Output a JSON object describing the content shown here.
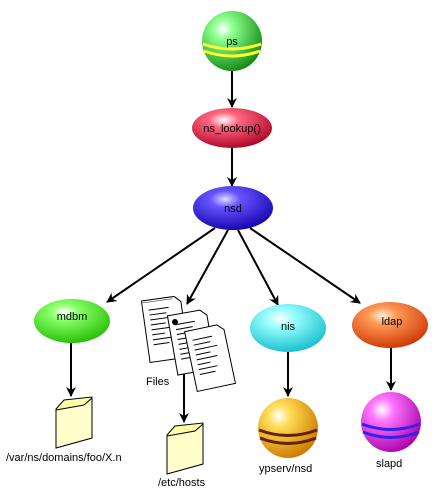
{
  "nodes": {
    "ps": "ps",
    "ns_lookup": "ns_lookup()",
    "nsd": "nsd",
    "mdbm": "mdbm",
    "files": "Files",
    "nis": "nis",
    "ldap": "ldap"
  },
  "resources": {
    "mdbm_path": "/var/ns/domains/foo/X.n",
    "hosts_path": "/etc/hosts",
    "ypserv": "ypserv/nsd",
    "slapd": "slapd"
  },
  "icons": {
    "ps": "ball-green-yellow-stripes-icon",
    "ns_lookup": "ellipse-red-icon",
    "nsd": "ellipse-blue-icon",
    "mdbm": "ellipse-green-icon",
    "files": "documents-stack-icon",
    "nis": "ellipse-cyan-icon",
    "ldap": "ellipse-orange-icon",
    "mdbm_folder": "folder-icon",
    "hosts_folder": "folder-icon",
    "ypserv": "ball-orange-striped-icon",
    "slapd": "ball-magenta-striped-icon"
  },
  "colors": {
    "ps": "#22cc22",
    "ps_stripes": "#ffff33",
    "ns_lookup": "#ee2244",
    "nsd": "#3311ee",
    "mdbm": "#44ee22",
    "nis": "#44eeee",
    "ldap": "#ff6611",
    "folder": "#ffffaa",
    "ypserv": "#ffbb11",
    "ypserv_stripes": "#662200",
    "slapd": "#ee22ee",
    "slapd_stripes": "#3322ee"
  }
}
